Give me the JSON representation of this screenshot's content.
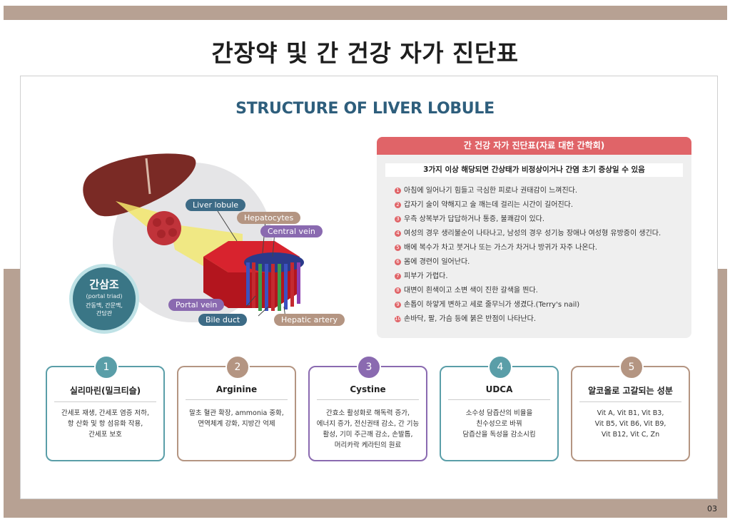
{
  "page": {
    "title": "간장약 및 간 건강 자가 진단표",
    "structure_title": "STRUCTURE OF LIVER LOBULE",
    "page_number": "03"
  },
  "illustration": {
    "labels": {
      "liver_lobule": "Liver lobule",
      "hepatocytes": "Hepatocytes",
      "central_vein": "Central vein",
      "portal_vein": "Portal vein",
      "bile_duct": "Bile duct",
      "hepatic_artery": "Hepatic artery"
    },
    "portal_triad": {
      "title": "간삼조",
      "subtitle": "(portal triad)",
      "line1": "간동맥, 간문맥,",
      "line2": "간담관"
    }
  },
  "diagnosis": {
    "header": "간 건강 자가 진단표(자료 대한 간학회)",
    "subheader": "3가지 이상 해당되면 간상태가 비정상이거나 간염 초기 증상일 수 있음",
    "items": [
      {
        "num": "1",
        "text": "아침에 일어나기 힘들고 극심한 피로나 권태감이 느껴진다."
      },
      {
        "num": "2",
        "text": "갑자기 술이 약해지고 술 깨는데 걸리는 시간이 길어진다."
      },
      {
        "num": "3",
        "text": "우측 상복부가 답답하거나 통증, 불쾌감이 있다."
      },
      {
        "num": "4",
        "text": "여성의 경우 생리불순이 나타나고, 남성의 경우 성기능 장애나 여성형 유방증이 생긴다."
      },
      {
        "num": "5",
        "text": "배에 복수가 차고 붓거나 또는 가스가 차거나 방귀가 자주 나온다."
      },
      {
        "num": "6",
        "text": "몸에 경련이 일어난다."
      },
      {
        "num": "7",
        "text": "피부가 가렵다."
      },
      {
        "num": "8",
        "text": "대변이 흰색이고 소변 색이 진한 갈색을 띈다."
      },
      {
        "num": "9",
        "text": "손톱이 하얗게 변하고 세로 줄무늬가 생겼다.(Terry's nail)"
      },
      {
        "num": "10",
        "text": "손바닥, 팔, 가슴 등에 붉은 반점이 나타난다."
      }
    ]
  },
  "cards": [
    {
      "num": "1",
      "title": "실리마린(밀크티슬)",
      "lines": [
        "간세포 재생, 간세포 염증 저하,",
        "항 산화 및 항 섬유화 작용,",
        "간세포 보호"
      ],
      "color": "#5a9ea8"
    },
    {
      "num": "2",
      "title": "Arginine",
      "lines": [
        "말초 혈관 확장, ammonia 중화,",
        "면역체계 강화, 지방간 억제"
      ],
      "color": "#b49582"
    },
    {
      "num": "3",
      "title": "Cystine",
      "lines": [
        "간효소 활성화로 해독력 증가,",
        "에너지 증가, 전신권태 감소, 간 기능",
        "활성, 기미 주근깨 감소, 손발톱,",
        "머리카락 케라틴의 원료"
      ],
      "color": "#8a6ab0"
    },
    {
      "num": "4",
      "title": "UDCA",
      "lines": [
        "소수성 담즙산의 비율을",
        "친수성으로 바꿔",
        "담즙산을 독성을 감소시킴"
      ],
      "color": "#5a9ea8"
    },
    {
      "num": "5",
      "title": "알코올로 고갈되는 성분",
      "lines": [
        "Vit A, Vit B1, Vit B3,",
        "Vit B5, Vit B6, Vit B9,",
        "Vit B12, Vit C, Zn"
      ],
      "color": "#b49582"
    }
  ],
  "colors": {
    "band": "#b7a193",
    "accent_red": "#e06468",
    "title_blue": "#2e5e7c"
  }
}
